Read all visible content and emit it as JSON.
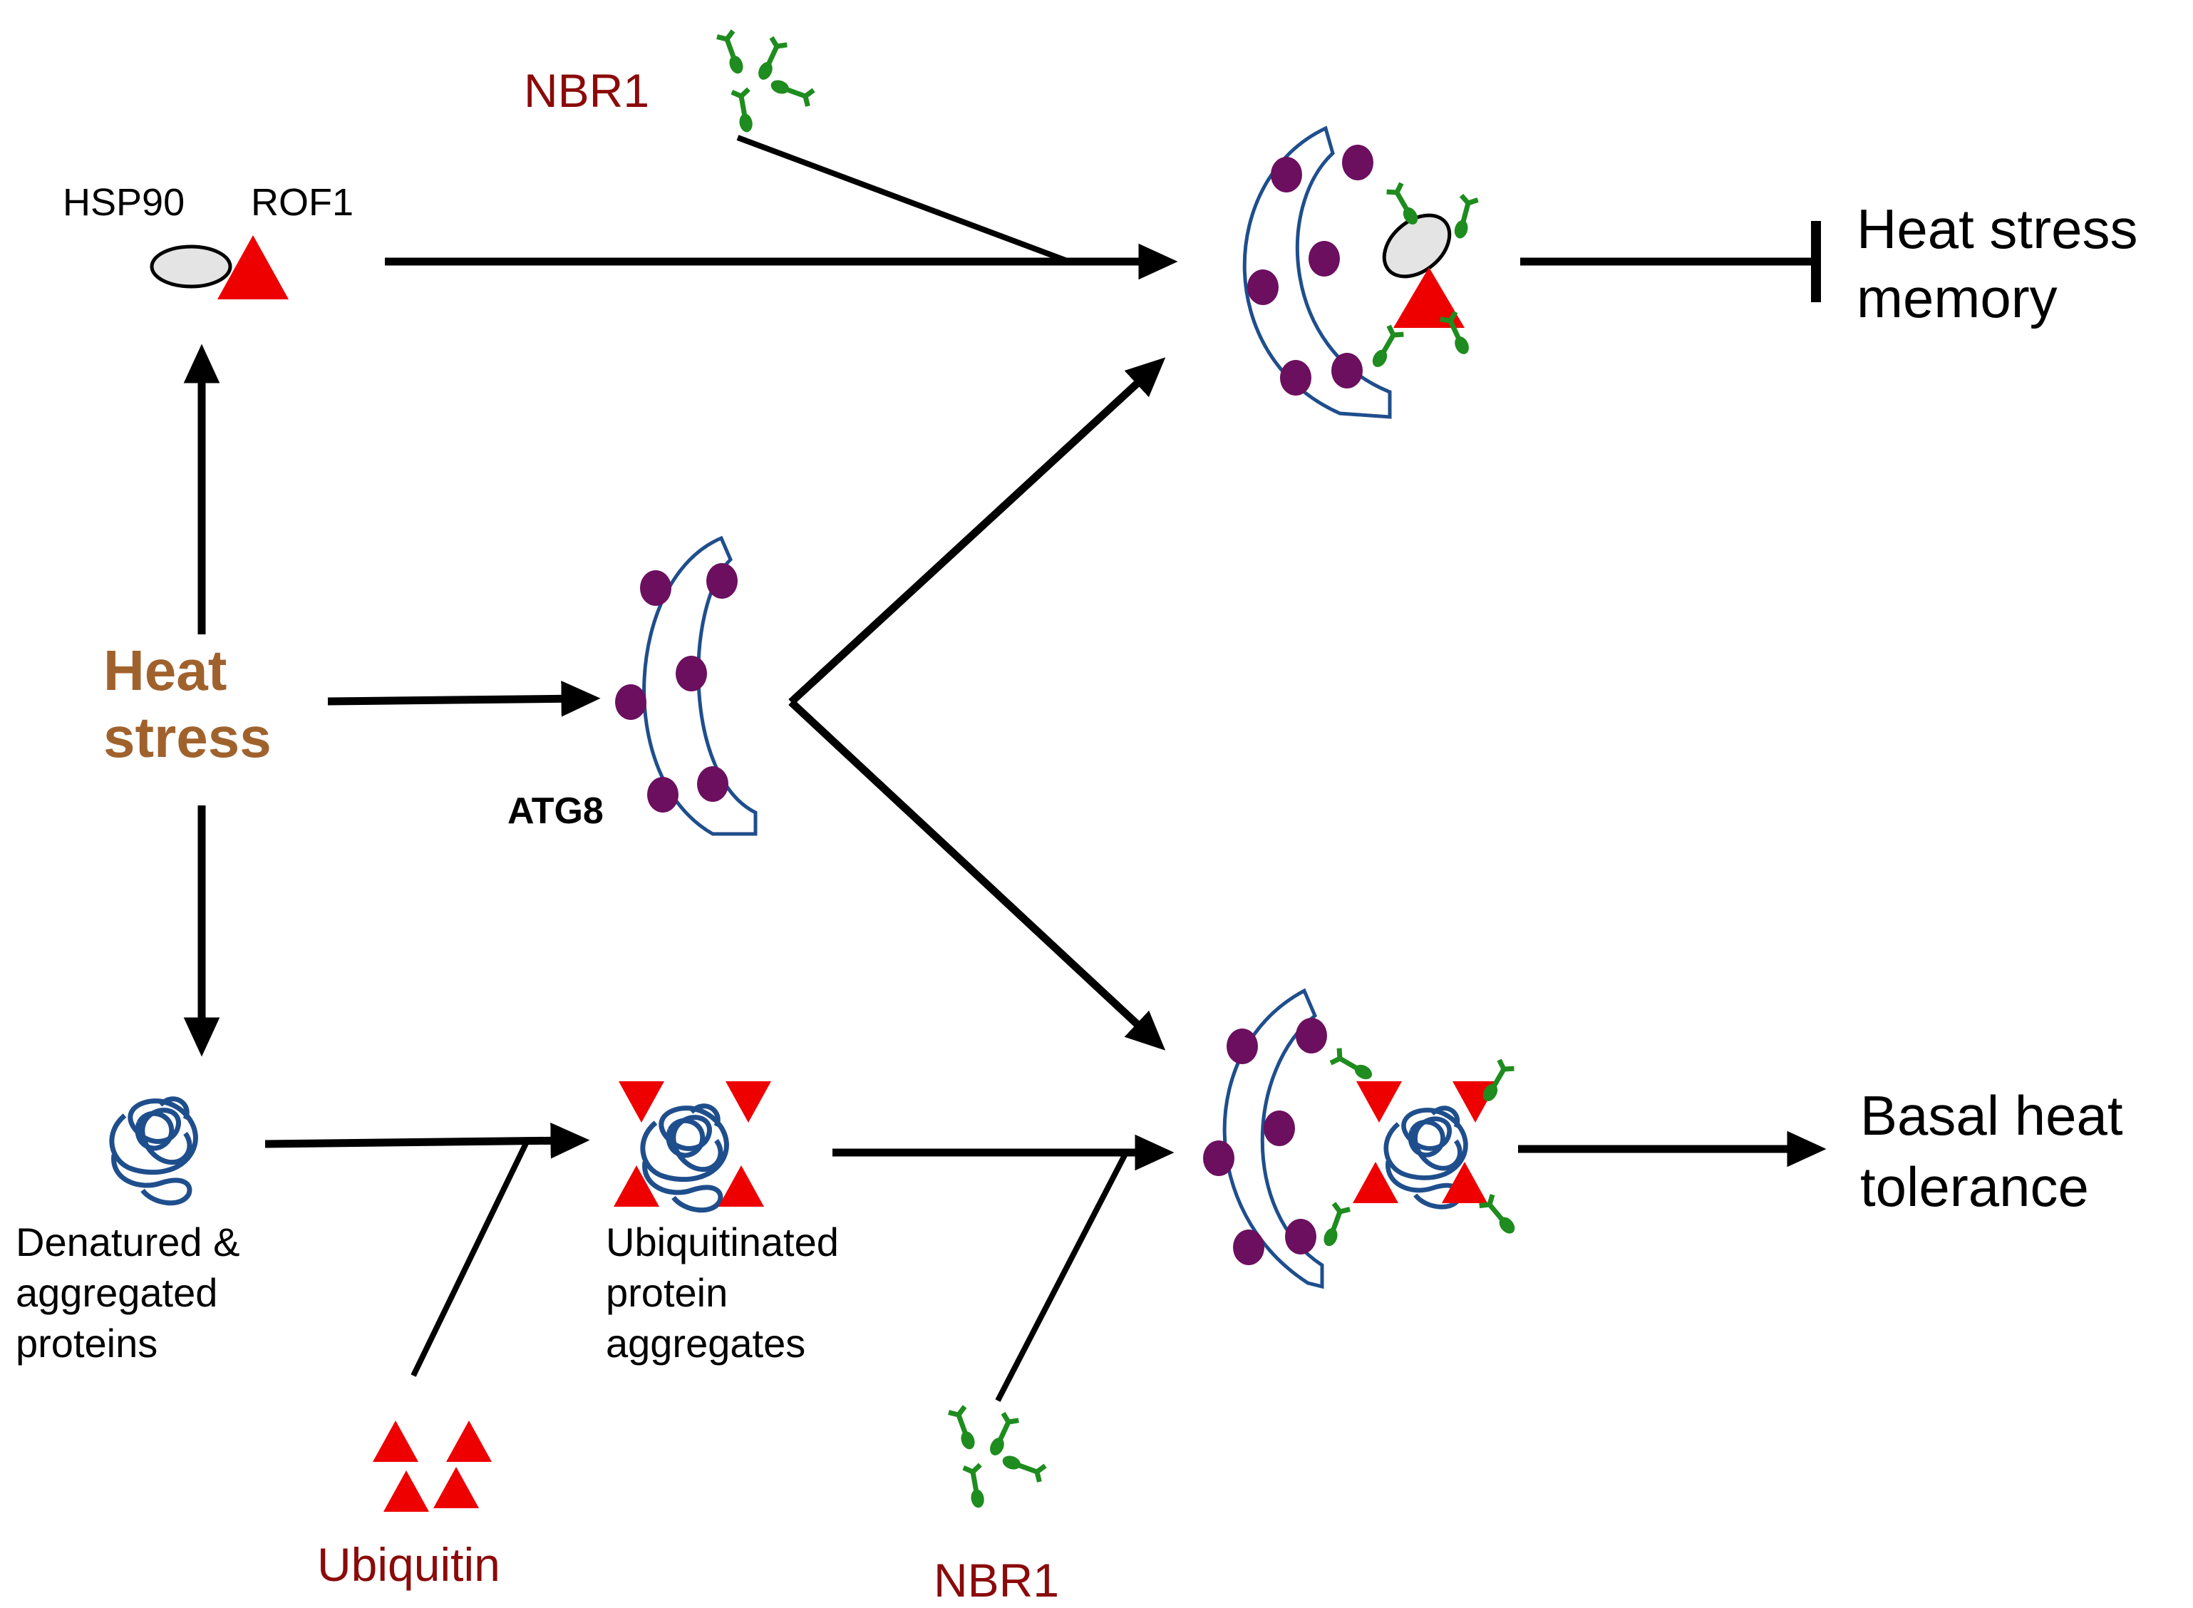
{
  "labels": {
    "nbr1_top": "NBR1",
    "hsp90": "HSP90",
    "rof1": "ROF1",
    "heat_stress_line1": "Heat",
    "heat_stress_line2": "stress",
    "atg8": "ATG8",
    "memory_line1": "Heat stress",
    "memory_line2": "memory",
    "denatured_line1": "Denatured &",
    "denatured_line2": "aggregated",
    "denatured_line3": "proteins",
    "ubiq_agg_line1": "Ubiquitinated",
    "ubiq_agg_line2": "protein",
    "ubiq_agg_line3": "aggregates",
    "ubiquitin": "Ubiquitin",
    "nbr1_bottom": "NBR1",
    "basal_line1": "Basal heat",
    "basal_line2": "tolerance"
  },
  "colors": {
    "heat_stress": "#A0622D",
    "dark_red_label": "#8B0A0A",
    "ubiquitin_triangle": "#EE0000",
    "atg8_purple": "#6B0F5E",
    "membrane_blue": "#1F4E8C",
    "nbr1_green": "#1E8C1E",
    "protein_blue": "#1F4E8C",
    "hsp90_fill": "#E4E4E4",
    "arrow": "#000000"
  }
}
